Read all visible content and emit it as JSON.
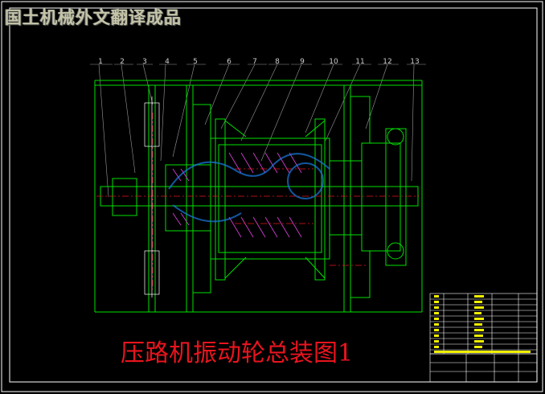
{
  "watermark": "国土机械外文翻译成品",
  "title": "压路机振动轮总装图1",
  "part_numbers": [
    "1",
    "2",
    "3",
    "4",
    "5",
    "6",
    "7",
    "8",
    "9",
    "10",
    "11",
    "12",
    "13"
  ],
  "colors": {
    "background": "#000000",
    "frame": "#ffffff",
    "outline": "#00e000",
    "centerline": "#e8141e",
    "hatch": "#e040e0",
    "callout": "#cfcfcf",
    "bom_text": "#f0f000",
    "logo": "#1a7be0"
  }
}
